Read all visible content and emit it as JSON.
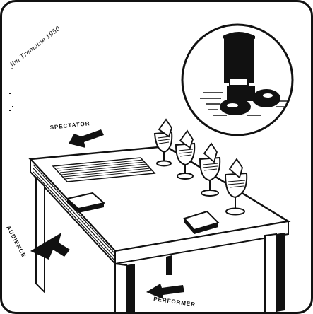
{
  "signature": "Jim Tremaine 1950",
  "labels": {
    "spectator": "SPECTATOR",
    "audience": "AUDIENCE",
    "performer": "PERFORMER"
  },
  "colors": {
    "ink": "#111111",
    "paper": "#ffffff"
  }
}
